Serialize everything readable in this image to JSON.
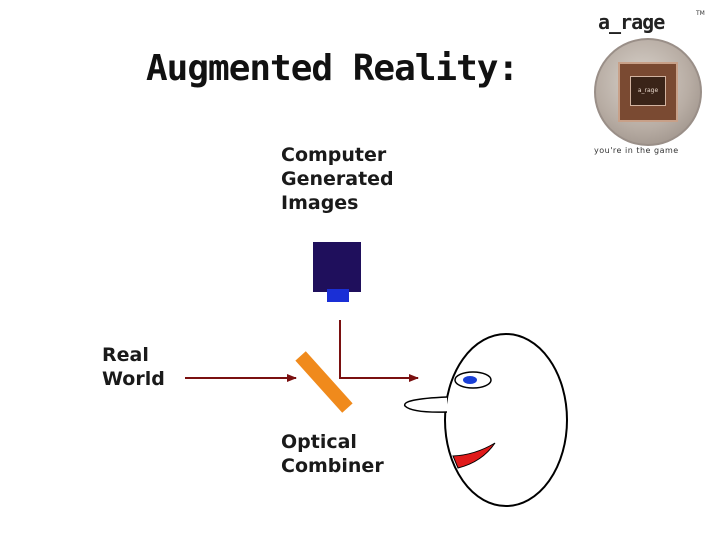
{
  "title": "Augmented Reality:",
  "logo": {
    "wordmark": "a_rage",
    "trademark": "TM",
    "badge_text": "a_rage",
    "tagline": "you're in the game"
  },
  "labels": {
    "computer_generated": [
      "Computer",
      "Generated",
      "Images"
    ],
    "real_world": [
      "Real",
      "World"
    ],
    "optical_combiner": [
      "Optical",
      "Combiner"
    ]
  },
  "colors": {
    "display": "#1f0f5c",
    "display_lens": "#1a2fd6",
    "combiner": "#f08a1c",
    "ray": "#7a1010",
    "eye_pupil": "#1a3fd6",
    "mouth": "#e01a1a",
    "outline": "#000000"
  }
}
